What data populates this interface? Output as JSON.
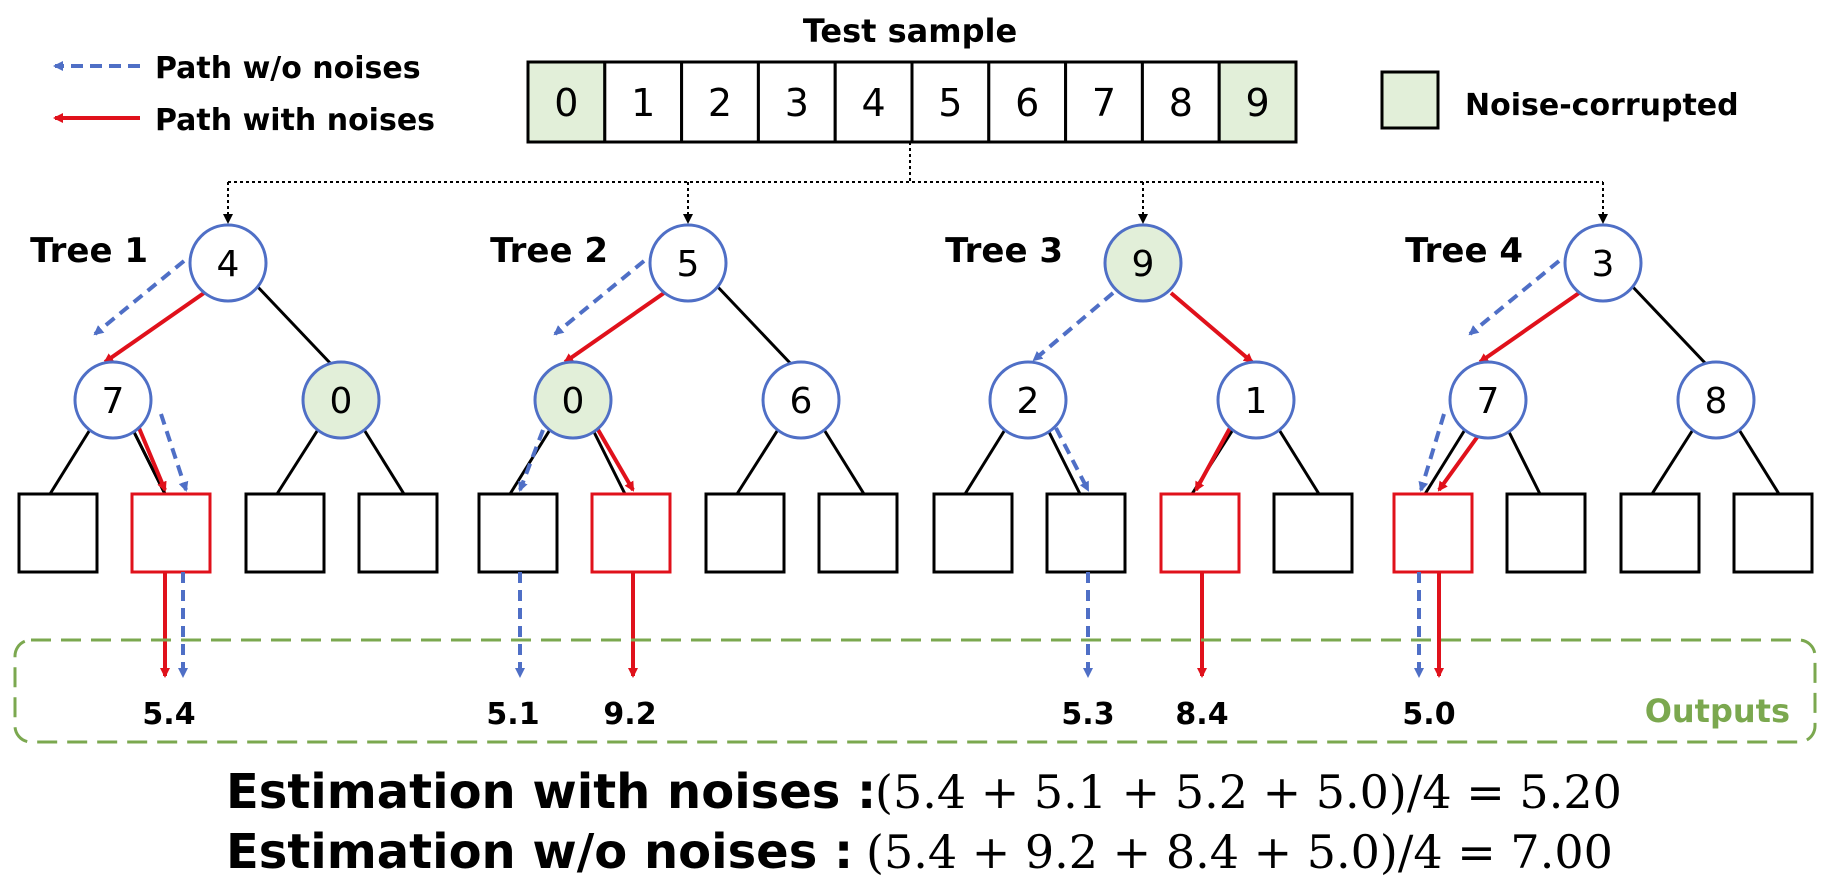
{
  "title": "Test sample",
  "legend": {
    "path_clean": "Path w/o noises",
    "path_noisy": "Path with noises",
    "noise_box": "Noise-corrupted"
  },
  "sample_cells": [
    {
      "label": "0",
      "noisy": true
    },
    {
      "label": "1",
      "noisy": false
    },
    {
      "label": "2",
      "noisy": false
    },
    {
      "label": "3",
      "noisy": false
    },
    {
      "label": "4",
      "noisy": false
    },
    {
      "label": "5",
      "noisy": false
    },
    {
      "label": "6",
      "noisy": false
    },
    {
      "label": "7",
      "noisy": false
    },
    {
      "label": "8",
      "noisy": false
    },
    {
      "label": "9",
      "noisy": true
    }
  ],
  "trees": [
    {
      "label": "Tree 1",
      "root": {
        "label": "4",
        "noisy": false
      },
      "left": {
        "label": "7",
        "noisy": false
      },
      "right": {
        "label": "0",
        "noisy": true
      }
    },
    {
      "label": "Tree 2",
      "root": {
        "label": "5",
        "noisy": false
      },
      "left": {
        "label": "0",
        "noisy": true
      },
      "right": {
        "label": "6",
        "noisy": false
      }
    },
    {
      "label": "Tree 3",
      "root": {
        "label": "9",
        "noisy": true
      },
      "left": {
        "label": "2",
        "noisy": false
      },
      "right": {
        "label": "1",
        "noisy": false
      }
    },
    {
      "label": "Tree 4",
      "root": {
        "label": "3",
        "noisy": false
      },
      "left": {
        "label": "7",
        "noisy": false
      },
      "right": {
        "label": "8",
        "noisy": false
      }
    }
  ],
  "outputs": {
    "label": "Outputs",
    "values": [
      "5.4",
      "5.1",
      "9.2",
      "5.3",
      "8.4",
      "5.0"
    ]
  },
  "equations": {
    "with_noise_label": "Estimation with noises :",
    "with_noise_expr": "(5.4 + 5.1 + 5.2 + 5.0)/4 = 5.20",
    "without_noise_label": "Estimation w/o noises :",
    "without_noise_expr": "(5.4 + 9.2 + 8.4 + 5.0)/4 = 7.00"
  },
  "colors": {
    "clean_path": "#4f6fc6",
    "noisy_path": "#e0111b",
    "noise_fill": "#e2efd9",
    "node_stroke": "#4f6fc6",
    "outputs_box": "#7ba84f"
  }
}
